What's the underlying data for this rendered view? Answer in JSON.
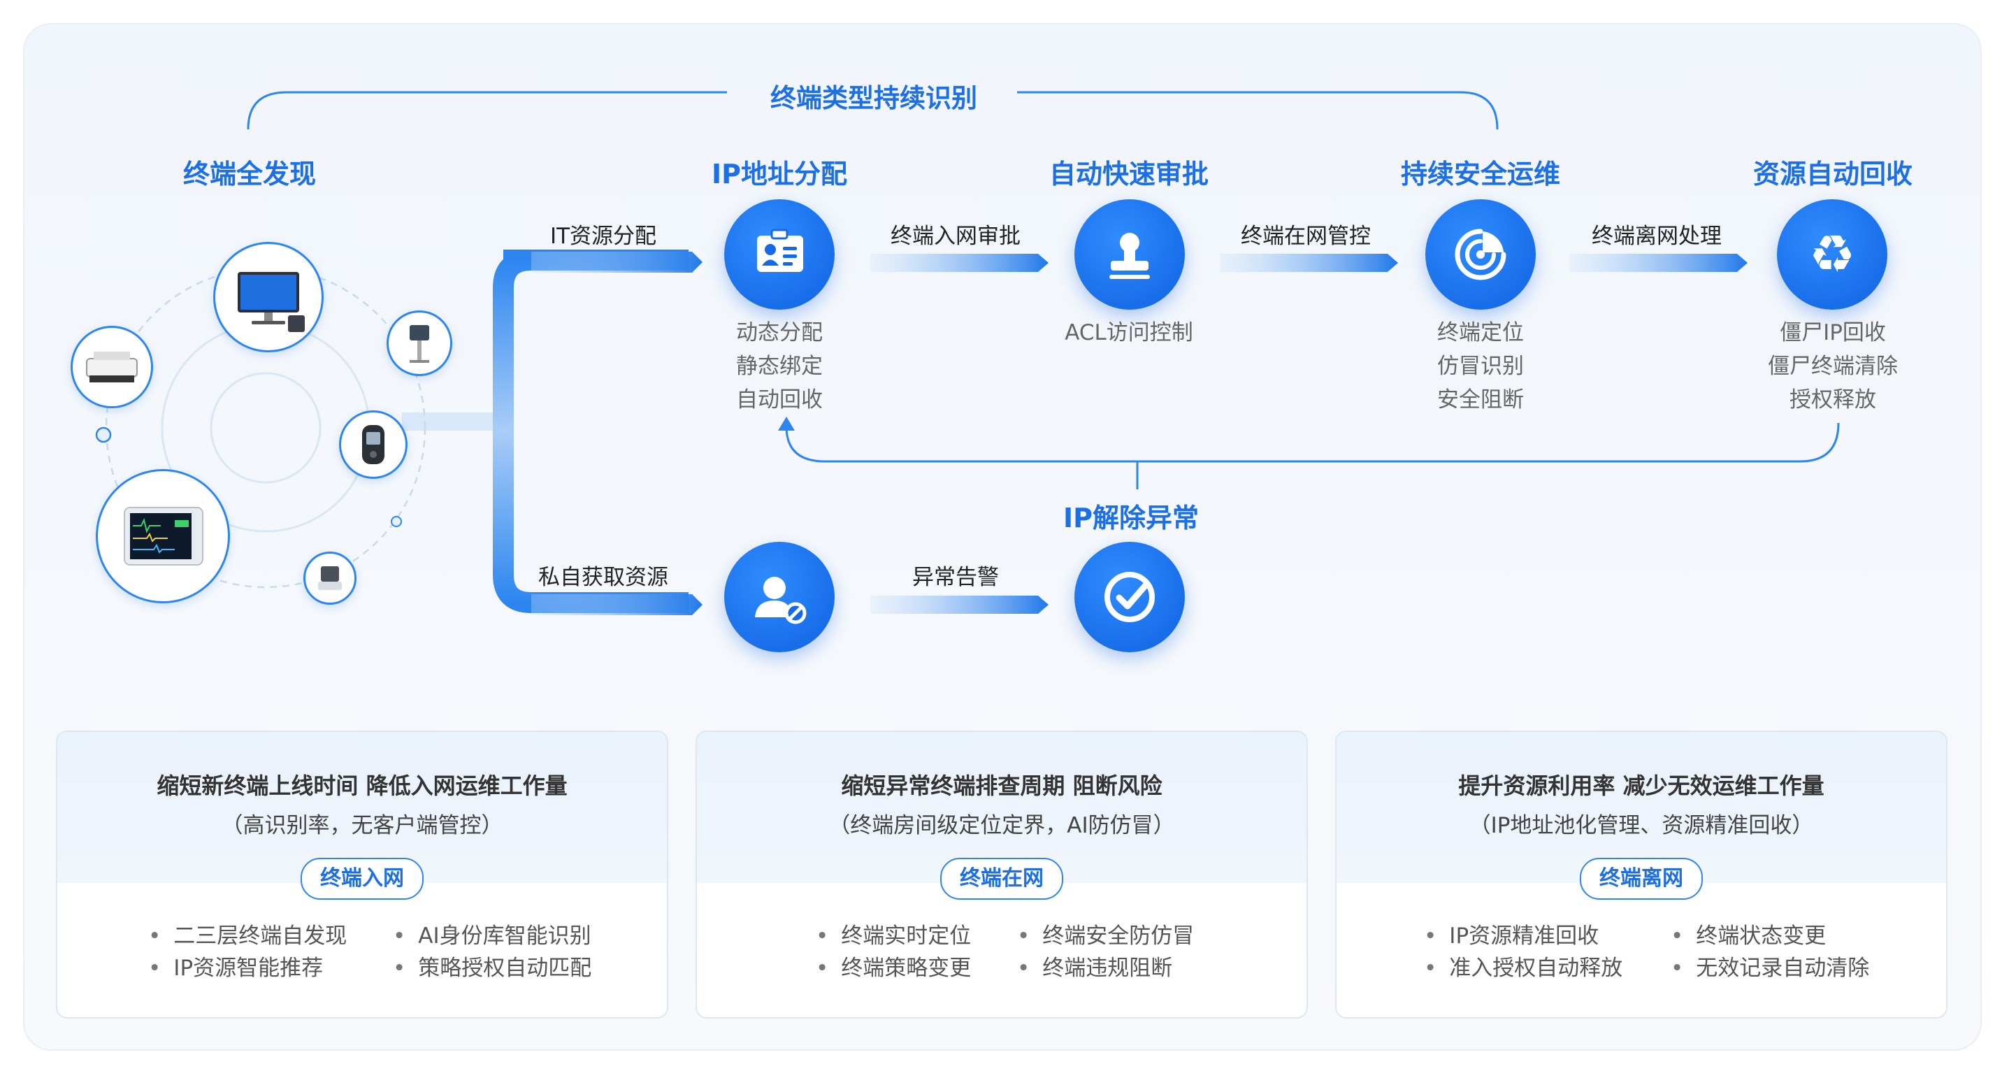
{
  "top_arc_label": "终端类型持续识别",
  "stages": [
    {
      "title": "终端全发现"
    },
    {
      "title": "IP地址分配",
      "items": [
        "动态分配",
        "静态绑定",
        "自动回收"
      ]
    },
    {
      "title": "自动快速审批",
      "items": [
        "ACL访问控制"
      ]
    },
    {
      "title": "持续安全运维",
      "items": [
        "终端定位",
        "仿冒识别",
        "安全阻断"
      ]
    },
    {
      "title": "资源自动回收",
      "items": [
        "僵尸IP回收",
        "僵尸终端清除",
        "授权释放"
      ]
    }
  ],
  "flows": {
    "it_assign": "IT资源分配",
    "admission": "终端入网审批",
    "control": "终端在网管控",
    "leave": "终端离网处理",
    "private": "私自获取资源",
    "alarm": "异常告警"
  },
  "anomaly_title": "IP解除异常",
  "icons": {
    "ip_assign": "id-card-icon",
    "approval": "stamp-icon",
    "ops": "radar-icon",
    "recycle": "recycle-icon",
    "private": "user-blocked-icon",
    "resolve": "check-circle-icon",
    "devices": [
      "desktop-pc-icon",
      "printer-icon",
      "medical-cart-icon",
      "glucose-meter-icon",
      "patient-monitor-icon",
      "small-terminal-icon"
    ]
  },
  "colors": {
    "accent": "#1d6fe6",
    "icon_blue": "#0f62e0",
    "text": "#333333"
  },
  "cards": [
    {
      "title": "缩短新终端上线时间  降低入网运维工作量",
      "subtitle": "（高识别率，无客户端管控）",
      "tag": "终端入网",
      "bullets": [
        "二三层终端自发现",
        "AI身份库智能识别",
        "IP资源智能推荐",
        "策略授权自动匹配"
      ]
    },
    {
      "title": "缩短异常终端排查周期    阻断风险",
      "subtitle": "（终端房间级定位定界，AI防仿冒）",
      "tag": "终端在网",
      "bullets": [
        "终端实时定位",
        "终端安全防仿冒",
        "终端策略变更",
        "终端违规阻断"
      ]
    },
    {
      "title": "提升资源利用率  减少无效运维工作量",
      "subtitle": "（IP地址池化管理、资源精准回收）",
      "tag": "终端离网",
      "bullets": [
        "IP资源精准回收",
        "终端状态变更",
        "准入授权自动释放",
        "无效记录自动清除"
      ]
    }
  ]
}
